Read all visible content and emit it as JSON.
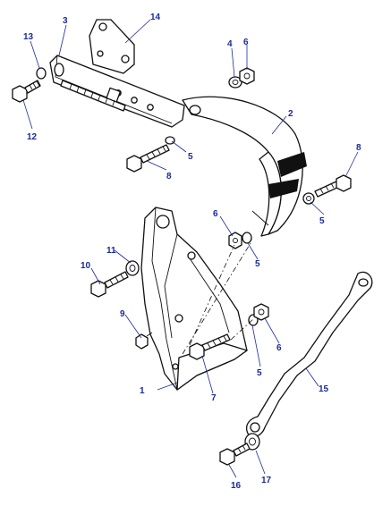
{
  "callouts": [
    {
      "id": "c1",
      "label": "1"
    },
    {
      "id": "c2",
      "label": "2"
    },
    {
      "id": "c3",
      "label": "3"
    },
    {
      "id": "c4",
      "label": "4"
    },
    {
      "id": "c5a",
      "label": "5"
    },
    {
      "id": "c5b",
      "label": "5"
    },
    {
      "id": "c5c",
      "label": "5"
    },
    {
      "id": "c5d",
      "label": "5"
    },
    {
      "id": "c6a",
      "label": "6"
    },
    {
      "id": "c6b",
      "label": "6"
    },
    {
      "id": "c6c",
      "label": "6"
    },
    {
      "id": "c7",
      "label": "7"
    },
    {
      "id": "c8a",
      "label": "8"
    },
    {
      "id": "c8b",
      "label": "8"
    },
    {
      "id": "c9",
      "label": "9"
    },
    {
      "id": "c10",
      "label": "10"
    },
    {
      "id": "c11",
      "label": "11"
    },
    {
      "id": "c12",
      "label": "12"
    },
    {
      "id": "c13",
      "label": "13"
    },
    {
      "id": "c14",
      "label": "14"
    },
    {
      "id": "c15",
      "label": "15"
    },
    {
      "id": "c16",
      "label": "16"
    },
    {
      "id": "c17",
      "label": "17"
    }
  ],
  "colors": {
    "line": "#111111",
    "callout": "#1a2a9a",
    "background": "#ffffff"
  }
}
